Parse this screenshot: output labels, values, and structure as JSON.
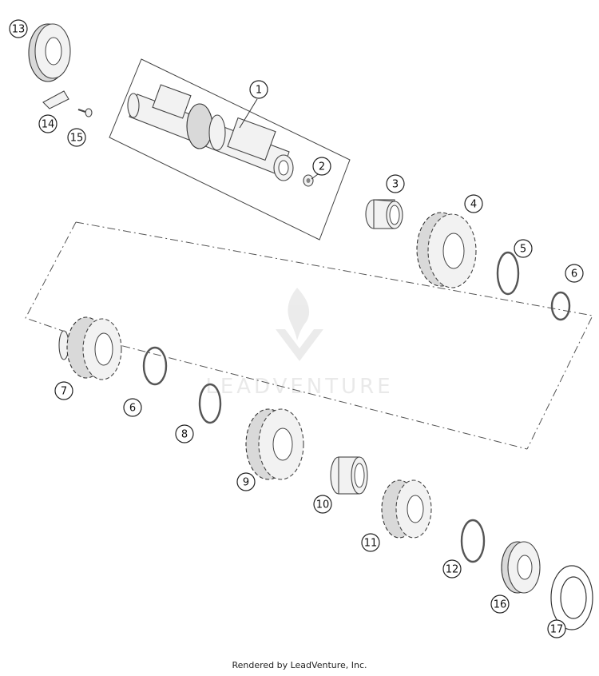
{
  "watermark": {
    "text": "LEADVENTURE",
    "color": "#c9c9c9"
  },
  "footer": {
    "text": "Rendered by LeadVenture, Inc."
  },
  "callouts": [
    "13",
    "14",
    "15",
    "1",
    "2",
    "3",
    "4",
    "5",
    "6",
    "7",
    "6",
    "8",
    "9",
    "10",
    "11",
    "12",
    "16",
    "17"
  ],
  "colors": {
    "line": "#333333",
    "fill": "#f2f2f2"
  }
}
